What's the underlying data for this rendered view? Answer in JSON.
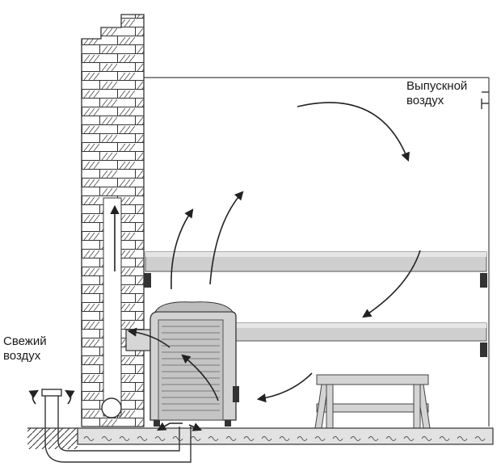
{
  "labels": {
    "exhaust_air": [
      "Выпускной",
      "воздух"
    ],
    "fresh_air": [
      "Свежий",
      "воздух"
    ]
  },
  "colors": {
    "line": "#333333",
    "brick_fill": "#ffffff",
    "bench": "#c8c8c8",
    "heater_body": "#cfcfcf",
    "floor": "#d9d9d9"
  },
  "icons": [
    "air-flow-arrow-icon",
    "brick-chimney-icon",
    "sauna-heater-icon",
    "bench-icon",
    "floor-vent-icon"
  ]
}
